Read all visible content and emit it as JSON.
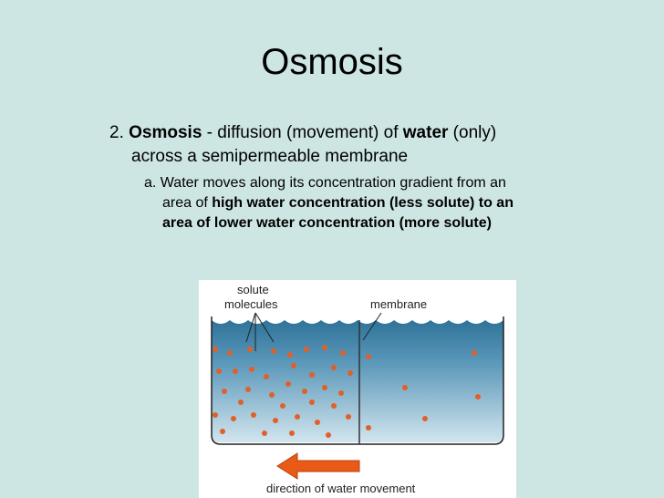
{
  "slide": {
    "title": "Osmosis",
    "point": {
      "number": "2.",
      "term": "Osmosis",
      "text1": " - diffusion (movement) of ",
      "water": "water",
      "text2": " (only)",
      "line2": "across a semipermeable membrane"
    },
    "sub": {
      "prefix": "a. Water moves along its concentration gradient from an",
      "area_of": "area of ",
      "bold1": "high water concentration (less solute) to an",
      "bold2": "area of lower water concentration (more solute)"
    }
  },
  "figure": {
    "label_solute_1": "solute",
    "label_solute_2": "molecules",
    "label_membrane": "membrane",
    "label_direction": "direction of water movement",
    "colors": {
      "water_top": "#3a7fa4",
      "water_bottom": "#c9dfea",
      "molecule": "#e0602a",
      "arrow": "#e85a16"
    }
  }
}
